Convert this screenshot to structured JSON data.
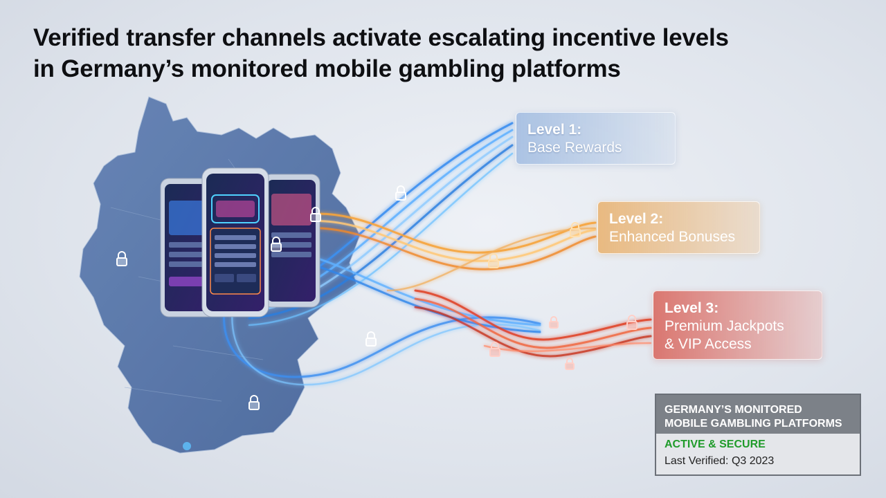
{
  "title": {
    "line1": "Verified transfer channels activate escalating incentive levels",
    "line2": "in Germany’s monitored mobile gambling platforms"
  },
  "levels": [
    {
      "title": "Level 1:",
      "desc": "Base Rewards",
      "color": "#5aa0e8"
    },
    {
      "title": "Level 2:",
      "desc": "Enhanced Bonuses",
      "color": "#f0a040"
    },
    {
      "title": "Level 3:",
      "desc_line1": "Premium Jackpots",
      "desc_line2": "& VIP Access",
      "color": "#e04a3a"
    }
  ],
  "status": {
    "header_line1": "GERMANY’S MONITORED",
    "header_line2": "MOBILE GAMBLING PLATFORMS",
    "state": "ACTIVE & SECURE",
    "verified": "Last Verified: Q3 2023",
    "state_color": "#1f9b2a"
  },
  "icons": [
    "germany-map-icon",
    "smartphone-icon",
    "padlock-icon",
    "transfer-stream-icon"
  ]
}
